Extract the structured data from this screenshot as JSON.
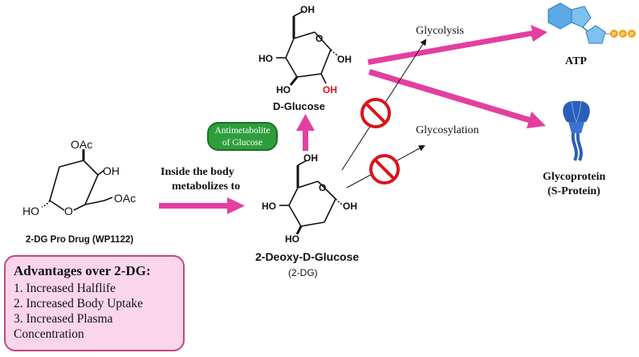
{
  "prodrug": {
    "label": "2-DG Pro Drug (WP1122)",
    "groups": {
      "oac_top": "OAc",
      "oh_right": "OH",
      "ho_left": "HO",
      "oac_right": "OAc",
      "ring_o": "O"
    }
  },
  "glucose": {
    "label": "D-Glucose",
    "groups": {
      "oh_top": "OH",
      "ho_left": "HO",
      "oh_right": "OH",
      "ho_bottom": "HO",
      "oh_bottom": "OH",
      "ring_o": "O"
    }
  },
  "deoxy": {
    "label": "2-Deoxy-D-Glucose",
    "abbr": "(2-DG)",
    "groups": {
      "oh_top": "OH",
      "ho_left": "HO",
      "oh_right": "OH",
      "ho_bottom": "HO",
      "ring_o": "O"
    }
  },
  "arrow_text": {
    "line1": "Inside the body",
    "line2": "metabolizes to"
  },
  "antimetabolite": {
    "line1": "Antimetabolite",
    "line2": "of Glucose"
  },
  "pathways": {
    "glycolysis": "Glycolysis",
    "glycosylation": "Glycosylation"
  },
  "products": {
    "atp": "ATP",
    "atp_phosphates": [
      "P",
      "P",
      "P"
    ],
    "glycoprotein_line1": "Glycoprotein",
    "glycoprotein_line2": "(S-Protein)"
  },
  "advantages": {
    "title": "Advantages over 2-DG:",
    "items": [
      "1. Increased Halflife",
      "2. Increased Body Uptake",
      "3. Increased Plasma",
      "Concentration"
    ]
  },
  "colors": {
    "arrow": "#e23fa0",
    "inhibit": "#d9141b",
    "antimetabolite_fill": "#2e9e3b",
    "advantage_fill": "#fbd6ea",
    "atp_base": "#5aa9e6",
    "phosphate": "#f2a51a",
    "protein": "#2a5fb8"
  },
  "icons": [
    "no-symbol-icon",
    "atp-molecule-icon",
    "glycoprotein-icon"
  ]
}
